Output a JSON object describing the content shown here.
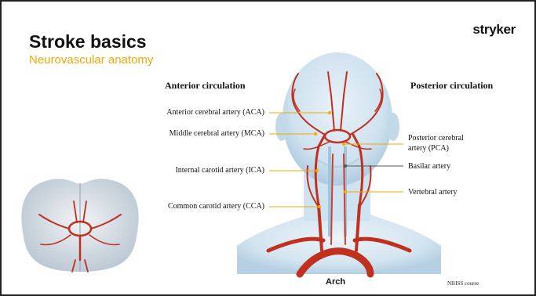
{
  "slide": {
    "title": "Stroke basics",
    "subtitle": "Neurovascular anatomy",
    "logo": "stryker",
    "footer_course": "NIHSS course",
    "arch_label": "Arch"
  },
  "anterior": {
    "heading": "Anterior circulation",
    "labels": [
      "Anterior cerebral artery (ACA)",
      "Middle cerebral artery (MCA)",
      "Internal carotid artery (ICA)",
      "Common carotid artery (CCA)"
    ]
  },
  "posterior": {
    "heading": "Posterior circulation",
    "labels": [
      "Posterior cerebral",
      "artery (PCA)",
      "Basilar artery",
      "Vertebral artery"
    ]
  },
  "colors": {
    "accent": "#f5a800",
    "artery": "#c0301f",
    "vein_blue": "#a9cfe4",
    "leader_orange": "#f5a800",
    "leader_gray": "#555555"
  },
  "icons": {
    "head_illustration": "head-neck-arteries-illustration",
    "brain_illustration": "brain-base-circle-of-willis-illustration"
  }
}
